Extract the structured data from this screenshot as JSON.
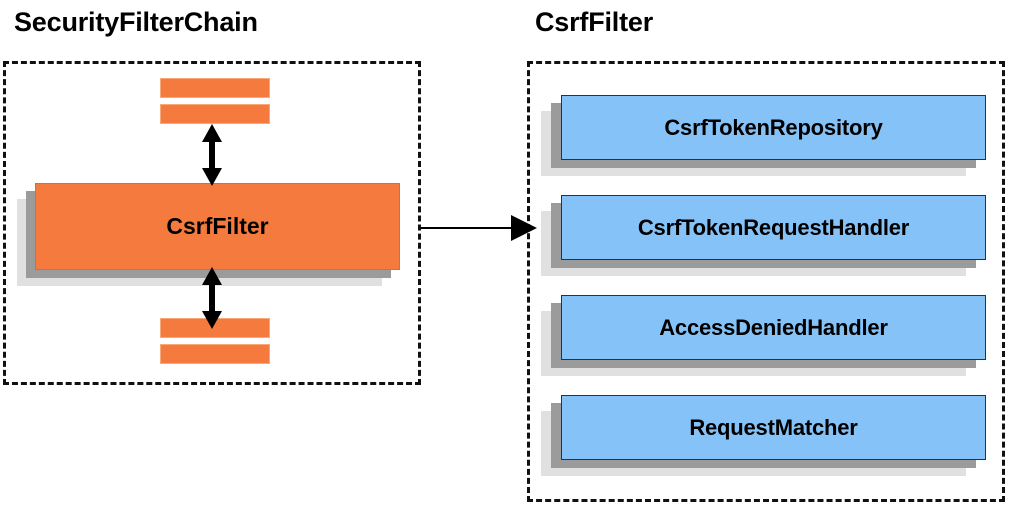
{
  "diagram": {
    "type": "component-relationship-diagram",
    "colors": {
      "orange_fill": "#F47B3D",
      "blue_fill": "#85C2F7",
      "blue_border": "#14307E",
      "shadow_dark": "#9B9B9B",
      "shadow_light": "#E0E0E0",
      "panel_border": "#111111",
      "text": "#000000"
    },
    "panels": [
      {
        "id": "security-filter-chain",
        "title": "SecurityFilterChain",
        "nodes": [
          {
            "label": "CsrfFilter",
            "style": "orange"
          }
        ],
        "unlabeled_filter_bars_above": 2,
        "unlabeled_filter_bars_below": 2,
        "connectors": [
          {
            "kind": "double-arrow",
            "orientation": "vertical",
            "from": "filters-above",
            "to": "CsrfFilter"
          },
          {
            "kind": "double-arrow",
            "orientation": "vertical",
            "from": "CsrfFilter",
            "to": "filters-below"
          }
        ]
      },
      {
        "id": "csrf-filter",
        "title": "CsrfFilter",
        "nodes": [
          {
            "label": "CsrfTokenRepository",
            "style": "blue"
          },
          {
            "label": "CsrfTokenRequestHandler",
            "style": "blue"
          },
          {
            "label": "AccessDeniedHandler",
            "style": "blue"
          },
          {
            "label": "RequestMatcher",
            "style": "blue"
          }
        ]
      }
    ],
    "cross_panel_connector": {
      "kind": "single-arrow",
      "orientation": "horizontal",
      "from": "security-filter-chain",
      "to": "csrf-filter"
    }
  }
}
